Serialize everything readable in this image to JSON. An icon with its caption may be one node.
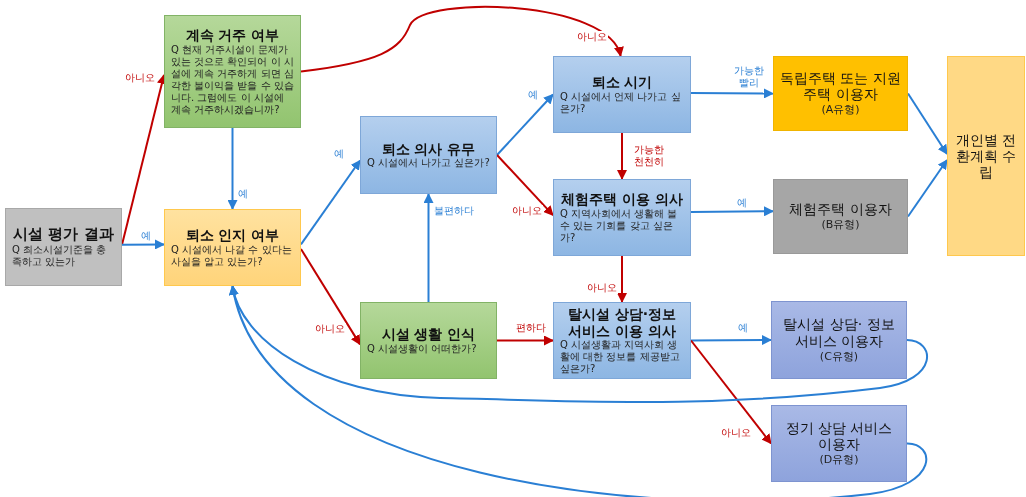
{
  "diagram": {
    "nodes": [
      {
        "text": [
          "시설 평가 결과",
          "Q 최소시설기준을 충족하고 있는가"
        ]
      },
      {
        "text": [
          "계속 거주 여부",
          "Q 현재 거주시설이 문제가 있는 것으로 확인되어 이 시설에 계속 거주하게 되면 심각한 불이익을 받을 수 있습니다. 그럼에도 이 시설에 계속 거주하시겠습니까?"
        ]
      },
      {
        "text": [
          "퇴소 인지 여부",
          "Q 시설에서 나갈 수 있다는 사실을 알고 있는가?"
        ]
      },
      {
        "text": [
          "퇴소 의사 유무",
          "Q 시설에서 나가고 싶은가?"
        ]
      },
      {
        "text": [
          "시설 생활 인식",
          "Q 시설생활이 어떠한가?"
        ]
      },
      {
        "text": [
          "퇴소 시기",
          "Q 시설에서 언제 나가고 싶은가?"
        ]
      },
      {
        "text": [
          "체험주택 이용 의사",
          "Q 지역사회에서 생활해 볼 수 있는 기회를 갖고 싶은가?"
        ]
      },
      {
        "text": [
          "탈시설 상담·정보 서비스 이용 의사",
          "Q 시설생활과 지역사회 생활에 대한 정보를 제공받고 싶은가?"
        ]
      },
      {
        "text": [
          "독립주택 또는 지원주택 이용자",
          "(A유형)"
        ]
      },
      {
        "text": [
          "체험주택 이용자",
          "(B유형)"
        ]
      },
      {
        "text": [
          "탈시설 상담· 정보 서비스 이용자",
          "(C유형)"
        ]
      },
      {
        "text": [
          "정기 상담 서비스 이용자",
          "(D유형)"
        ]
      },
      {
        "text": [
          "개인별 전환계획 수립"
        ]
      }
    ],
    "edges": [
      {
        "from": 0,
        "to": 1,
        "arrow": "to",
        "label": "아니오",
        "color": "#c00000"
      },
      {
        "from": 0,
        "to": 2,
        "arrow": "to",
        "label": "예"
      },
      {
        "from": 1,
        "to": 2,
        "arrow": "to",
        "label": "예"
      },
      {
        "from": 1,
        "to": 5,
        "arrow": "to",
        "label": "아니오",
        "color": "#c00000"
      },
      {
        "from": 2,
        "to": 3,
        "arrow": "to",
        "label": "예"
      },
      {
        "from": 2,
        "to": 4,
        "arrow": "to",
        "label": "아니오",
        "color": "#c00000"
      },
      {
        "from": 4,
        "to": 3,
        "arrow": "to",
        "label": "불편하다"
      },
      {
        "from": 4,
        "to": 7,
        "arrow": "to",
        "label": "편하다",
        "color": "#c00000"
      },
      {
        "from": 3,
        "to": 5,
        "arrow": "to",
        "label": "예"
      },
      {
        "from": 3,
        "to": 6,
        "arrow": "to",
        "label": "아니오",
        "color": "#c00000"
      },
      {
        "from": 5,
        "to": 8,
        "arrow": "to",
        "label": "가능한 빨리"
      },
      {
        "from": 5,
        "to": 6,
        "arrow": "to",
        "label": "가능한 천천히",
        "color": "#c00000"
      },
      {
        "from": 6,
        "to": 9,
        "arrow": "to",
        "label": "예"
      },
      {
        "from": 6,
        "to": 7,
        "arrow": "to",
        "label": "아니오",
        "color": "#c00000"
      },
      {
        "from": 7,
        "to": 10,
        "arrow": "to",
        "label": "예"
      },
      {
        "from": 7,
        "to": 11,
        "arrow": "to",
        "label": "아니오",
        "color": "#c00000"
      },
      {
        "from": 8,
        "to": 12,
        "arrow": "to"
      },
      {
        "from": 9,
        "to": 12,
        "arrow": "to"
      },
      {
        "from": 10,
        "to": 2,
        "arrow": "to"
      },
      {
        "from": 11,
        "to": 2,
        "arrow": "to"
      }
    ]
  }
}
